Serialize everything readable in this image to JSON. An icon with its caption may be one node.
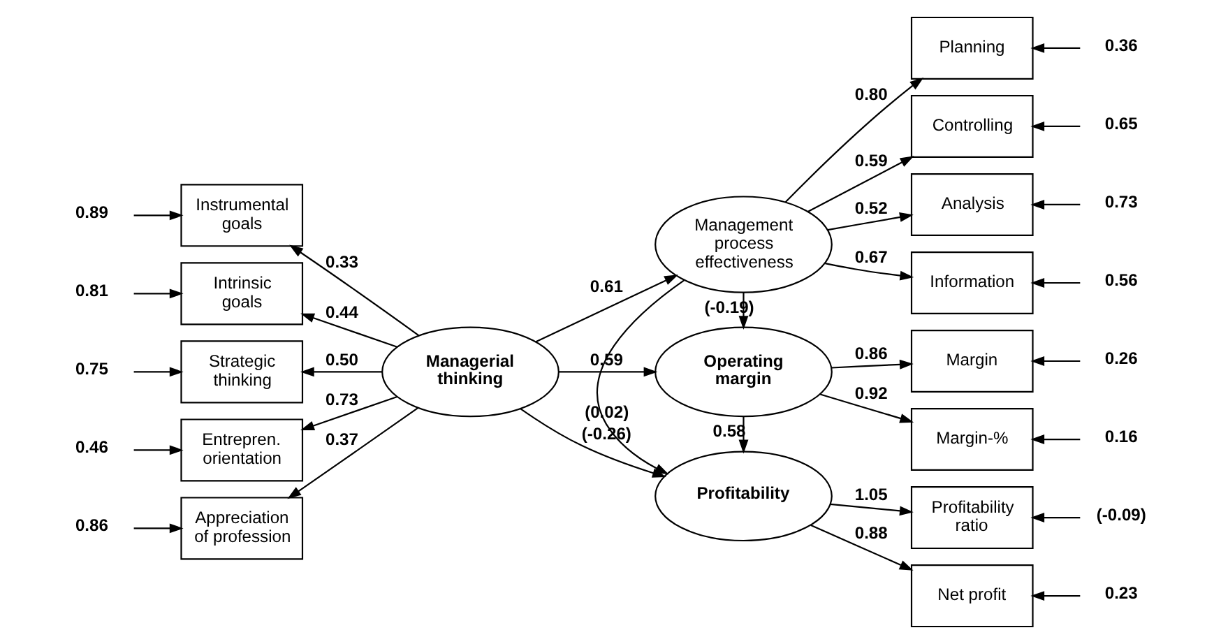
{
  "diagram": {
    "nodes": [
      {
        "text": [
          "0.89"
        ]
      },
      {
        "text": [
          "Instrumental goals"
        ]
      },
      {
        "text": [
          "0.81"
        ]
      },
      {
        "text": [
          "Intrinsic goals"
        ]
      },
      {
        "text": [
          "0.75"
        ]
      },
      {
        "text": [
          "Strategic thinking"
        ]
      },
      {
        "text": [
          "0.46"
        ]
      },
      {
        "text": [
          "Entrepren. orientation"
        ]
      },
      {
        "text": [
          "0.86"
        ]
      },
      {
        "text": [
          "Appreciation of profession"
        ]
      },
      {
        "text": [
          "Managerial thinking"
        ]
      },
      {
        "text": [
          "Management process effectiveness"
        ]
      },
      {
        "text": [
          "Operating margin"
        ]
      },
      {
        "text": [
          "Profitability"
        ]
      },
      {
        "text": [
          "Planning"
        ]
      },
      {
        "text": [
          "0.36"
        ]
      },
      {
        "text": [
          "Controlling"
        ]
      },
      {
        "text": [
          "0.65"
        ]
      },
      {
        "text": [
          "Analysis"
        ]
      },
      {
        "text": [
          "0.73"
        ]
      },
      {
        "text": [
          "Information"
        ]
      },
      {
        "text": [
          "0.56"
        ]
      },
      {
        "text": [
          "Margin"
        ]
      },
      {
        "text": [
          "0.26"
        ]
      },
      {
        "text": [
          "Margin-%"
        ]
      },
      {
        "text": [
          "0.16"
        ]
      },
      {
        "text": [
          "Profitability ratio"
        ]
      },
      {
        "text": [
          "(-0.09)"
        ]
      },
      {
        "text": [
          "Net profit"
        ]
      },
      {
        "text": [
          "0.23"
        ]
      }
    ],
    "edges": [
      {
        "from": 0,
        "to": 1,
        "arrow": "to"
      },
      {
        "from": 2,
        "to": 3,
        "arrow": "to"
      },
      {
        "from": 4,
        "to": 5,
        "arrow": "to"
      },
      {
        "from": 6,
        "to": 7,
        "arrow": "to"
      },
      {
        "from": 8,
        "to": 9,
        "arrow": "to"
      },
      {
        "from": 10,
        "to": 1,
        "arrow": "to",
        "label": "0.33"
      },
      {
        "from": 10,
        "to": 3,
        "arrow": "to",
        "label": "0.44"
      },
      {
        "from": 10,
        "to": 5,
        "arrow": "to",
        "label": "0.50"
      },
      {
        "from": 10,
        "to": 7,
        "arrow": "to",
        "label": "0.73"
      },
      {
        "from": 10,
        "to": 9,
        "arrow": "to",
        "label": "0.37"
      },
      {
        "from": 10,
        "to": 11,
        "arrow": "to",
        "label": "0.61"
      },
      {
        "from": 10,
        "to": 12,
        "arrow": "to",
        "label": "0.59"
      },
      {
        "from": 10,
        "to": 13,
        "arrow": "to",
        "label": "(-0.26)"
      },
      {
        "from": 11,
        "to": 12,
        "arrow": "to",
        "label": "(-0.19)"
      },
      {
        "from": 11,
        "to": 13,
        "arrow": "to",
        "label": "(0.02)"
      },
      {
        "from": 12,
        "to": 13,
        "arrow": "to",
        "label": "0.58"
      },
      {
        "from": 11,
        "to": 14,
        "arrow": "to",
        "label": "0.80"
      },
      {
        "from": 11,
        "to": 16,
        "arrow": "to",
        "label": "0.59"
      },
      {
        "from": 11,
        "to": 18,
        "arrow": "to",
        "label": "0.52"
      },
      {
        "from": 11,
        "to": 20,
        "arrow": "to",
        "label": "0.67"
      },
      {
        "from": 12,
        "to": 22,
        "arrow": "to",
        "label": "0.86"
      },
      {
        "from": 12,
        "to": 24,
        "arrow": "to",
        "label": "0.92"
      },
      {
        "from": 13,
        "to": 26,
        "arrow": "to",
        "label": "1.05"
      },
      {
        "from": 13,
        "to": 28,
        "arrow": "to",
        "label": "0.88"
      },
      {
        "from": 15,
        "to": 14,
        "arrow": "to"
      },
      {
        "from": 17,
        "to": 16,
        "arrow": "to"
      },
      {
        "from": 19,
        "to": 18,
        "arrow": "to"
      },
      {
        "from": 21,
        "to": 20,
        "arrow": "to"
      },
      {
        "from": 23,
        "to": 22,
        "arrow": "to"
      },
      {
        "from": 25,
        "to": 24,
        "arrow": "to"
      },
      {
        "from": 27,
        "to": 26,
        "arrow": "to"
      },
      {
        "from": 29,
        "to": 28,
        "arrow": "to"
      }
    ]
  }
}
